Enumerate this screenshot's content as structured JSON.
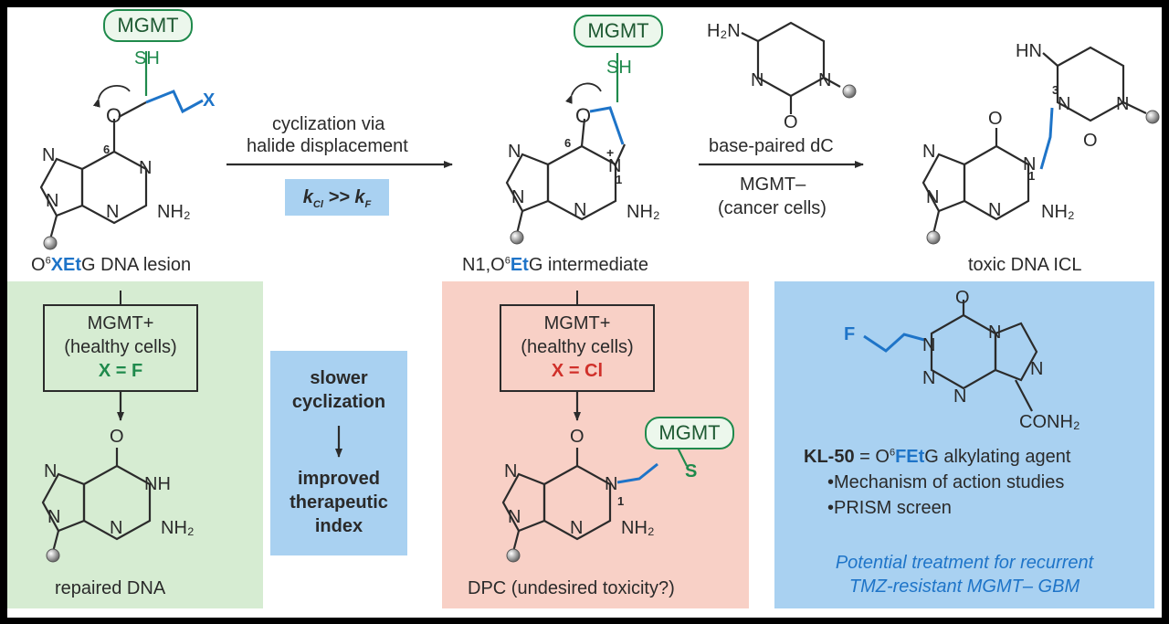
{
  "colors": {
    "mgmt_green": "#1f8a4c",
    "x_blue": "#1e74c8",
    "cl_red": "#d0302a",
    "panel_green": "#d6ecd2",
    "panel_pink": "#f8d0c6",
    "panel_blue": "#a9d1f1",
    "line": "#2b2b2b"
  },
  "top": {
    "mgmt_tag_1": "MGMT",
    "sh_1": "SH",
    "x_label": "X",
    "pos6_1": "6",
    "lesion_label_pre": "O",
    "lesion_label_sup": "6",
    "lesion_label_bold": "XEt",
    "lesion_label_post": "G DNA lesion",
    "arrow1_line1": "cyclization via",
    "arrow1_line2": "halide displacement",
    "rate_k1": "k",
    "rate_k1_sub": "Cl",
    "rate_op": ">>",
    "rate_k2": "k",
    "rate_k2_sub": "F",
    "mgmt_tag_2": "MGMT",
    "sh_2": "SH",
    "pos6_2": "6",
    "plus": "+",
    "pos1_2": "1",
    "intermediate_pre": "N1,O",
    "intermediate_sup": "6",
    "intermediate_bold": "Et",
    "intermediate_post": "G intermediate",
    "dc_h2n": "H₂N",
    "dc_label": "base-paired dC",
    "mgmt_minus_line1": "MGMT–",
    "mgmt_minus_line2": "(cancer cells)",
    "icl_hn": "HN",
    "pos3": "3",
    "pos1_icl": "1",
    "icl_label": "toxic DNA ICL"
  },
  "left_panel": {
    "box_line1": "MGMT+",
    "box_line2": "(healthy cells)",
    "box_line3": "X = F",
    "nh": "NH",
    "label": "repaired DNA"
  },
  "middle_box": {
    "line1": "slower",
    "line2": "cyclization",
    "line3": "improved",
    "line4": "therapeutic",
    "line5": "index"
  },
  "center_panel": {
    "box_line1": "MGMT+",
    "box_line2": "(healthy cells)",
    "box_line3": "X = Cl",
    "mgmt_tag": "MGMT",
    "s_label": "S",
    "pos1": "1",
    "label": "DPC (undesired toxicity?)"
  },
  "right_panel": {
    "f_label": "F",
    "conh2": "CONH₂",
    "kl_bold": "KL-50",
    "kl_eq": " = O",
    "kl_sup": "6",
    "kl_bold2": "FEt",
    "kl_post": "G alkylating agent",
    "bullet1": "•Mechanism of action studies",
    "bullet2": "•PRISM screen",
    "italic_line1": "Potential treatment for recurrent",
    "italic_line2": "TMZ-resistant MGMT– GBM"
  },
  "atoms": {
    "O": "O",
    "N": "N",
    "NH2": "NH₂",
    "NH": "NH"
  }
}
